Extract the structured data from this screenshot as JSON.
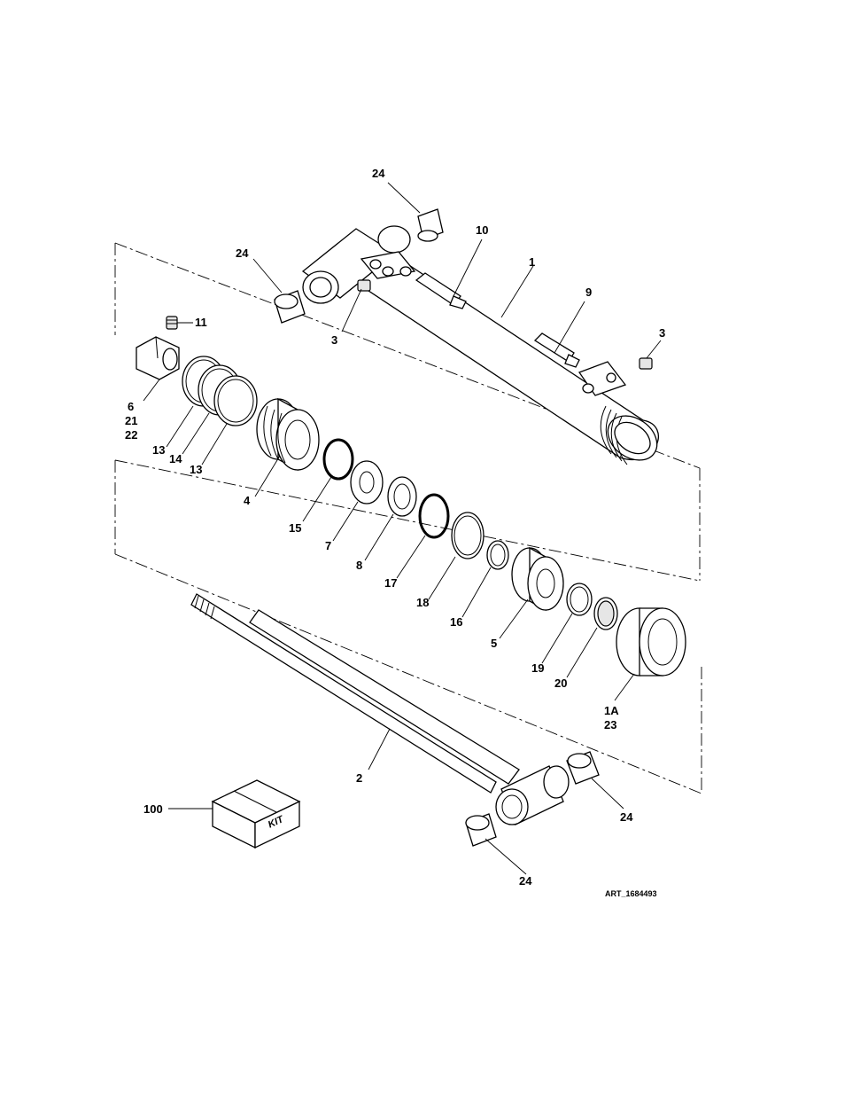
{
  "diagram": {
    "callouts": {
      "c24_top": "24",
      "c24_left": "24",
      "c10": "10",
      "c1": "1",
      "c9": "9",
      "c3_left": "3",
      "c3_right": "3",
      "c11": "11",
      "c6": "6",
      "c21": "21",
      "c22": "22",
      "c13_a": "13",
      "c14": "14",
      "c13_b": "13",
      "c4": "4",
      "c15": "15",
      "c7": "7",
      "c8": "8",
      "c17": "17",
      "c18": "18",
      "c16": "16",
      "c5": "5",
      "c19": "19",
      "c20": "20",
      "c1A": "1A",
      "c23": "23",
      "c2": "2",
      "c100": "100",
      "c24_rod_right": "24",
      "c24_rod_bottom": "24"
    },
    "kit_label": "KIT",
    "art_number": "ART_1684493"
  }
}
